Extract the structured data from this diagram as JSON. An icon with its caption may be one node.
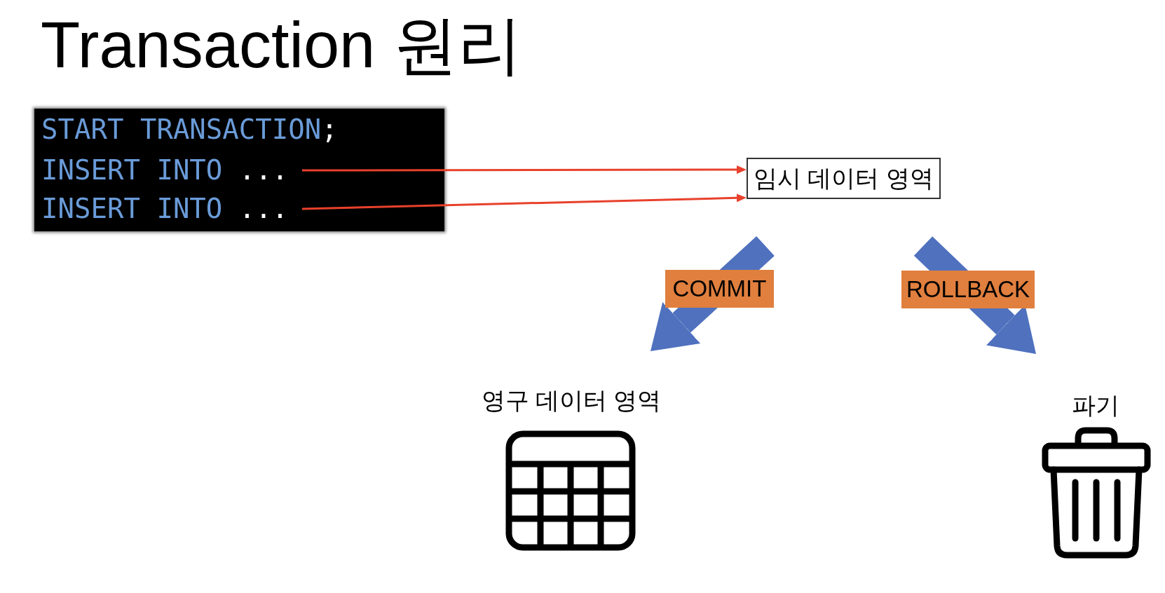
{
  "diagram": {
    "title": "Transaction 원리",
    "nodes": [
      {
        "text": [],
        "shape": "box"
      },
      {
        "text": [
          "START TRANSACTION;"
        ],
        "in": 0
      },
      {
        "text": [
          "INSERT INTO ..."
        ],
        "in": 0
      },
      {
        "text": [
          "INSERT INTO ..."
        ],
        "in": 0
      },
      {
        "text": [
          "임시 데이터 영역"
        ]
      },
      {
        "text": [
          "영구 데이터 영역"
        ]
      },
      {
        "text": [
          "파기"
        ]
      }
    ],
    "edges": [
      {
        "from": 2,
        "to": 4,
        "arrow": "to",
        "color": "#e8412c"
      },
      {
        "from": 3,
        "to": 4,
        "arrow": "to",
        "color": "#e8412c"
      },
      {
        "from": 4,
        "to": 5,
        "arrow": "to",
        "label": "COMMIT",
        "style": "thick",
        "color": "#4f71be"
      },
      {
        "from": 4,
        "to": 6,
        "arrow": "to",
        "label": "ROLLBACK",
        "style": "thick",
        "color": "#4f71be"
      }
    ]
  }
}
